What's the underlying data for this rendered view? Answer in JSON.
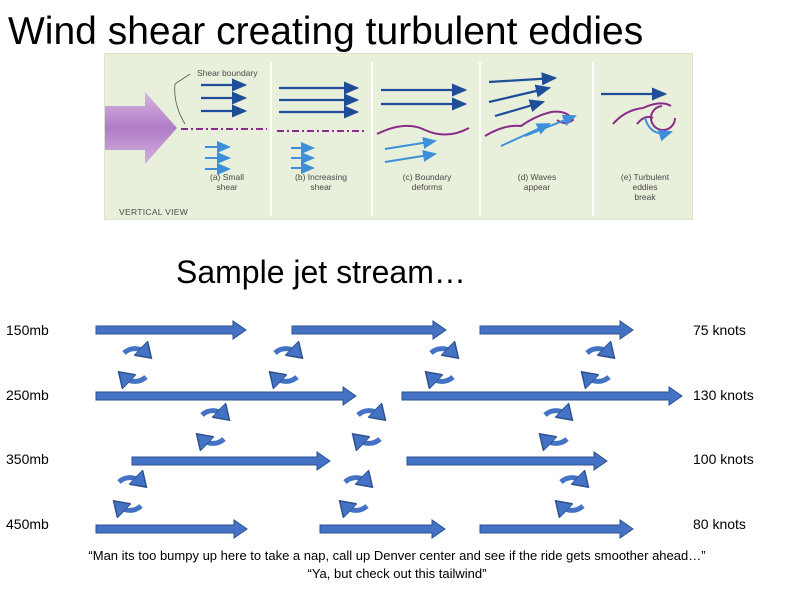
{
  "title": "Wind shear creating turbulent eddies",
  "figure": {
    "shear_label": "Shear boundary",
    "view_label": "VERTICAL VIEW",
    "panels": [
      {
        "line1": "(a) Small",
        "line2": "shear",
        "line3": ""
      },
      {
        "line1": "(b) Increasing",
        "line2": "shear",
        "line3": ""
      },
      {
        "line1": "(c) Boundary",
        "line2": "deforms",
        "line3": ""
      },
      {
        "line1": "(d) Waves",
        "line2": "appear",
        "line3": ""
      },
      {
        "line1": "(e) Turbulent",
        "line2": "eddies",
        "line3": "break"
      }
    ]
  },
  "subtitle": "Sample jet stream…",
  "levels": [
    {
      "pressure": "150mb",
      "speed": "75 knots"
    },
    {
      "pressure": "250mb",
      "speed": "130 knots"
    },
    {
      "pressure": "350mb",
      "speed": "100 knots"
    },
    {
      "pressure": "450mb",
      "speed": "80 knots"
    }
  ],
  "quote": {
    "line1": "“Man its too bumpy up here to take a nap, call up Denver center and see if the ride gets smoother ahead…”",
    "line2": "“Ya, but check out this tailwind”"
  },
  "colors": {
    "arrow_fill": "#4472c4",
    "arrow_stroke": "#2f528f",
    "figure_dark_blue": "#1f4e99",
    "figure_light_blue": "#3d8fd9",
    "boundary_purple": "#8a2c8a",
    "big_arrow_purple": "#b07cc6"
  }
}
